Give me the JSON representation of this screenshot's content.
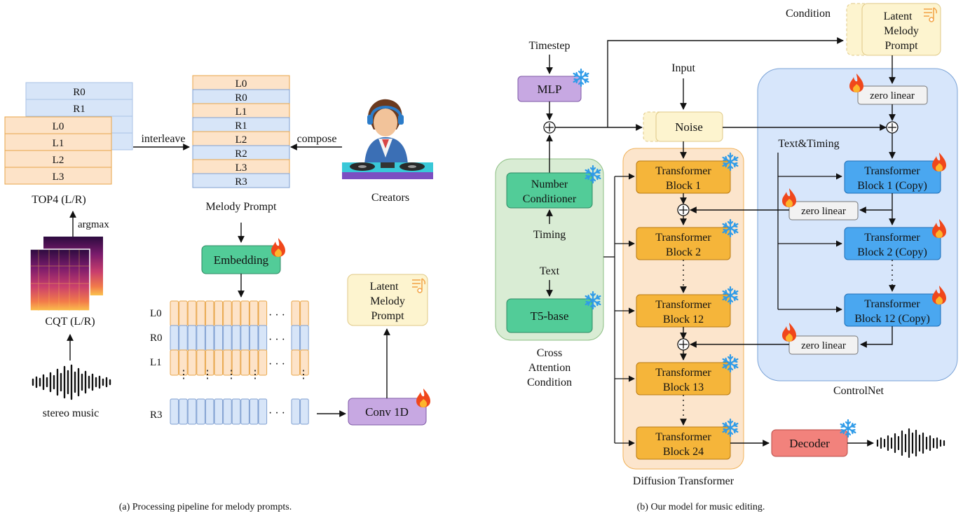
{
  "left": {
    "top4_right_rows": [
      "R0",
      "R1"
    ],
    "top4_left_rows": [
      "L0",
      "L1",
      "L2",
      "L3"
    ],
    "top4_label": "TOP4 (L/R)",
    "argmax": "argmax",
    "cqt_label": "CQT (L/R)",
    "stereo_label": "stereo music",
    "interleave": "interleave",
    "compose": "compose",
    "melody_rows": [
      "L0",
      "R0",
      "L1",
      "R1",
      "L2",
      "R2",
      "L3",
      "R3"
    ],
    "melody_label": "Melody Prompt",
    "creators": "Creators",
    "embedding": "Embedding",
    "seq_labels": [
      "L0",
      "R0",
      "L1",
      "R3"
    ],
    "latent_prompt": [
      "Latent",
      "Melody",
      "Prompt"
    ],
    "conv": "Conv 1D",
    "caption": "(a) Processing pipeline for melody prompts."
  },
  "right": {
    "timestep": "Timestep",
    "mlp": "MLP",
    "condition": "Condition",
    "latent_prompt": [
      "Latent",
      "Melody",
      "Prompt"
    ],
    "input": "Input",
    "noise": "Noise",
    "number_cond": [
      "Number",
      "Conditioner"
    ],
    "timing": "Timing",
    "text": "Text",
    "t5": "T5-base",
    "cross_label": [
      "Cross",
      "Attention",
      "Condition"
    ],
    "transformer_blocks": [
      {
        "l1": "Transformer",
        "l2": "Block 1"
      },
      {
        "l1": "Transformer",
        "l2": "Block 2"
      },
      {
        "l1": "Transformer",
        "l2": "Block 12"
      },
      {
        "l1": "Transformer",
        "l2": "Block 13"
      },
      {
        "l1": "Transformer",
        "l2": "Block 24"
      }
    ],
    "dit_label": "Diffusion Transformer",
    "zero_linear": "zero linear",
    "text_timing": "Text&Timing",
    "control_blocks": [
      {
        "l1": "Transformer",
        "l2": "Block 1 (Copy)"
      },
      {
        "l1": "Transformer",
        "l2": "Block 2 (Copy)"
      },
      {
        "l1": "Transformer",
        "l2": "Block 12 (Copy)"
      }
    ],
    "controlnet_label": "ControlNet",
    "decoder": "Decoder",
    "caption": "(b) Our model for music editing."
  },
  "colors": {
    "orange_row": "#fde3c8",
    "blue_row": "#d7e5f8",
    "row_border_o": "#e8a64a",
    "row_border_b": "#7f9fd0",
    "green": "#52cc98",
    "purple": "#c7a8e2",
    "yellow_box": "#fdf4cf",
    "transformer": "#f5b53a",
    "control_block": "#4aa7f0",
    "decoder": "#f2827c",
    "dit_bg": "#fce5cc",
    "cross_bg": "#d9ecd4",
    "controlnet_bg": "#d7e6fb",
    "fire": "#f0471b",
    "snow": "#2f9be8"
  }
}
